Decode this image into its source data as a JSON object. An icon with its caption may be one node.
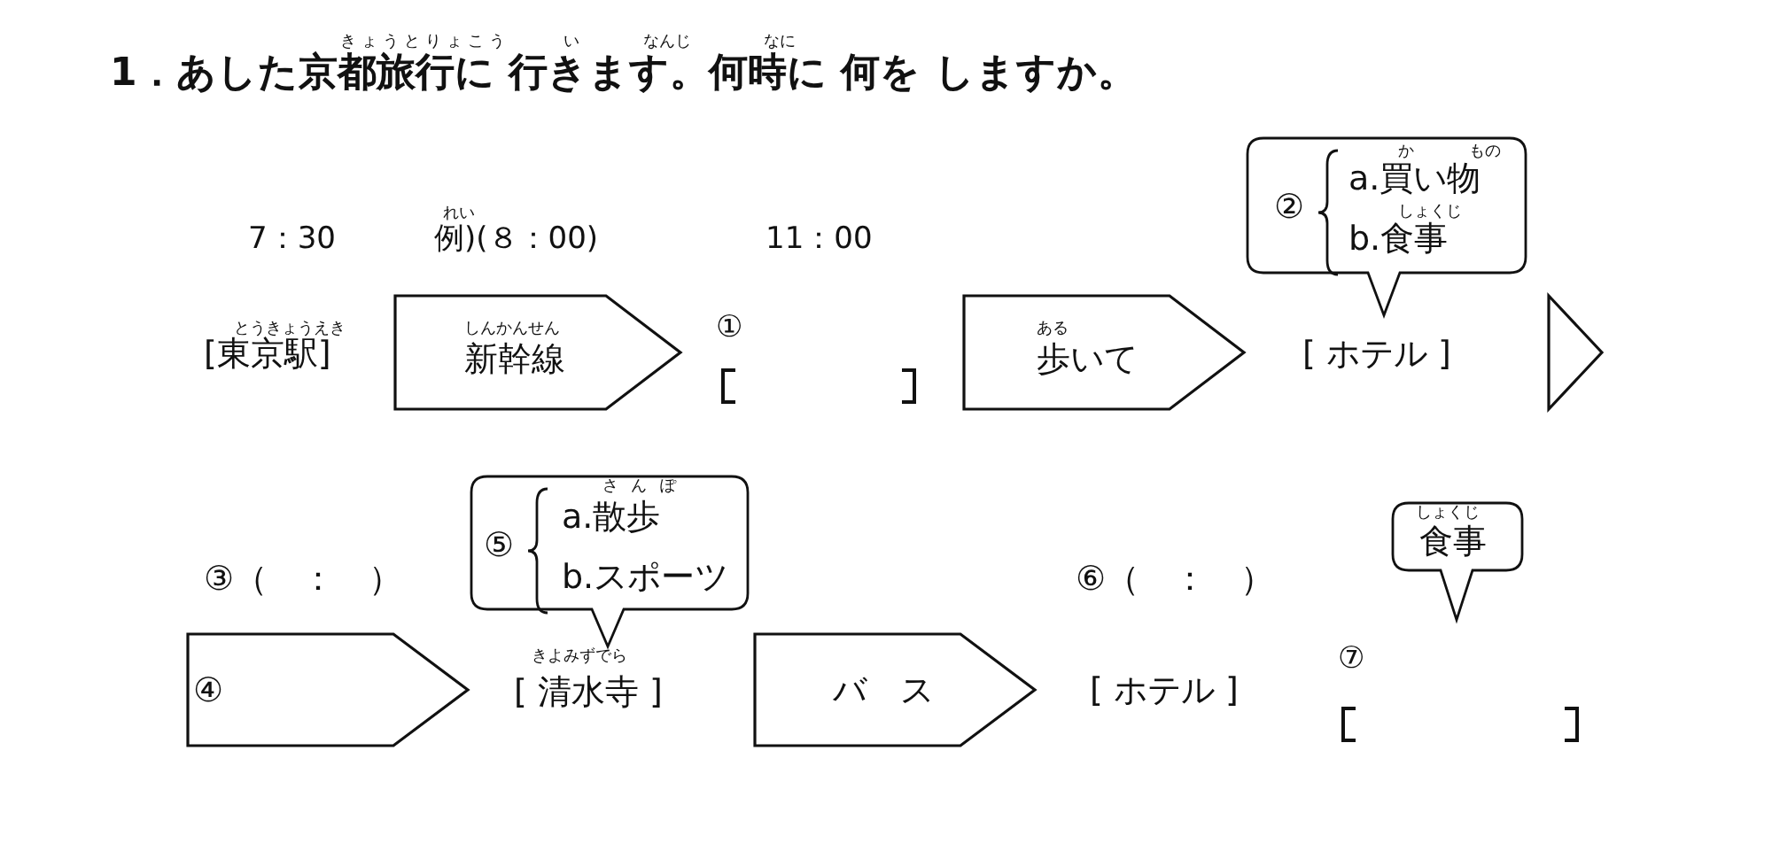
{
  "diagram": {
    "title": "1．あした京都旅行に 行きます。何時に 何を しますか。",
    "nodes": [
      {
        "text": [
          "しんかんせん",
          "新幹線"
        ]
      },
      {
        "text": [
          "ある",
          "歩いて"
        ]
      },
      {
        "text": [
          "②",
          "か",
          "もの",
          "a.買い物",
          "しょくじ",
          "b.食事"
        ]
      },
      {
        "text": [],
        "shape": "triangle"
      },
      {
        "text": [
          "④"
        ]
      },
      {
        "text": [
          "⑤",
          "さんぽ",
          "a.散歩",
          "b.スポーツ"
        ]
      },
      {
        "text": [
          "バス"
        ]
      },
      {
        "text": [
          "しょくじ",
          "食事"
        ]
      }
    ],
    "labels": [
      "きょうとりょこう",
      "い",
      "なんじ",
      "なに",
      "7：30",
      "れい",
      "例)(８：00)",
      "11：00",
      "とうきょうえき",
      "[東京駅]",
      "①",
      "[ ホテル ]",
      "③（　：　）",
      "きよみずでら",
      "[ 清水寺 ]",
      "⑥（　：　）",
      "[ ホテル ]",
      "⑦"
    ]
  }
}
